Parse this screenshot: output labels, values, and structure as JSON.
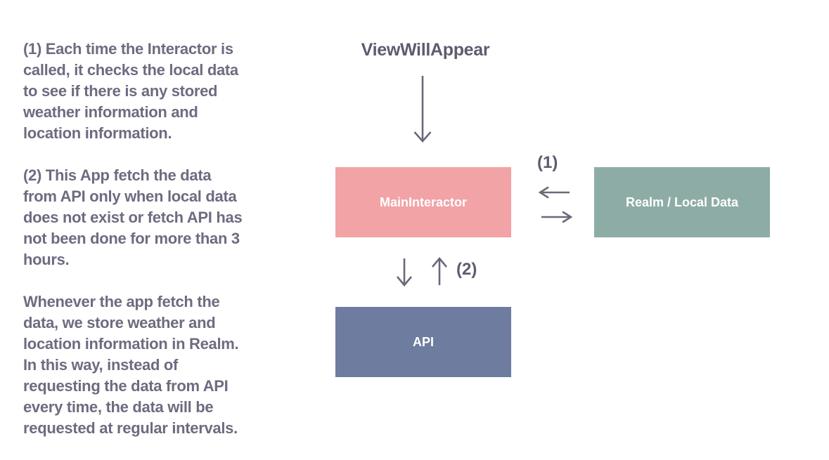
{
  "notes": {
    "paragraphs": [
      {
        "text": "(1) Each time the Interactor is called, it checks the local data to see if there is any stored weather information and location information.",
        "lines": [
          "(1) Each time the Interactor is",
          "called, it checks the local data",
          "to see if there is any stored",
          "weather information and",
          "location information."
        ]
      },
      {
        "text": "(2) This App fetch the data from API only when local data does not exist or fetch API has not been done for more than 3 hours.",
        "lines": [
          "(2) This App fetch the data",
          "from API only when local data",
          "does not exist or fetch API has",
          "not been done for more than 3",
          "hours."
        ]
      },
      {
        "text": "Whenever the app fetch the data, we store weather and location information in Realm. In this way, instead of requesting the data from API every time, the data will be requested at regular intervals.",
        "lines": [
          "Whenever the app fetch the",
          "data, we store weather and",
          "location information in Realm.",
          "In this way, instead of",
          "requesting the data from API",
          "every time, the data will be",
          "requested at regular intervals."
        ]
      }
    ]
  },
  "diagram": {
    "entry_label": "ViewWillAppear",
    "nodes": [
      {
        "id": "main-interactor",
        "label": "MainInteractor",
        "color": "#f1a3a5"
      },
      {
        "id": "realm-local-data",
        "label": "Realm / Local Data",
        "color": "#8eaca6"
      },
      {
        "id": "api",
        "label": "API",
        "color": "#6e7ca0"
      }
    ],
    "edges": [
      {
        "id": "entry-to-main",
        "from": "ViewWillAppear",
        "to": "MainInteractor",
        "label": "",
        "direction": "down"
      },
      {
        "id": "main-realm",
        "from": "MainInteractor",
        "to": "Realm / Local Data",
        "label": "(1)",
        "direction": "bidirectional"
      },
      {
        "id": "main-api",
        "from": "MainInteractor",
        "to": "API",
        "label": "(2)",
        "direction": "bidirectional"
      }
    ]
  },
  "colors": {
    "background": "#ffffff",
    "notes_text": "#6e6b80",
    "diagram_text": "#5e5b70",
    "arrow": "#6b6878",
    "node_main": "#f1a3a5",
    "node_realm": "#8eaca6",
    "node_api": "#6e7ca0",
    "node_label_text": "#ffffff"
  }
}
